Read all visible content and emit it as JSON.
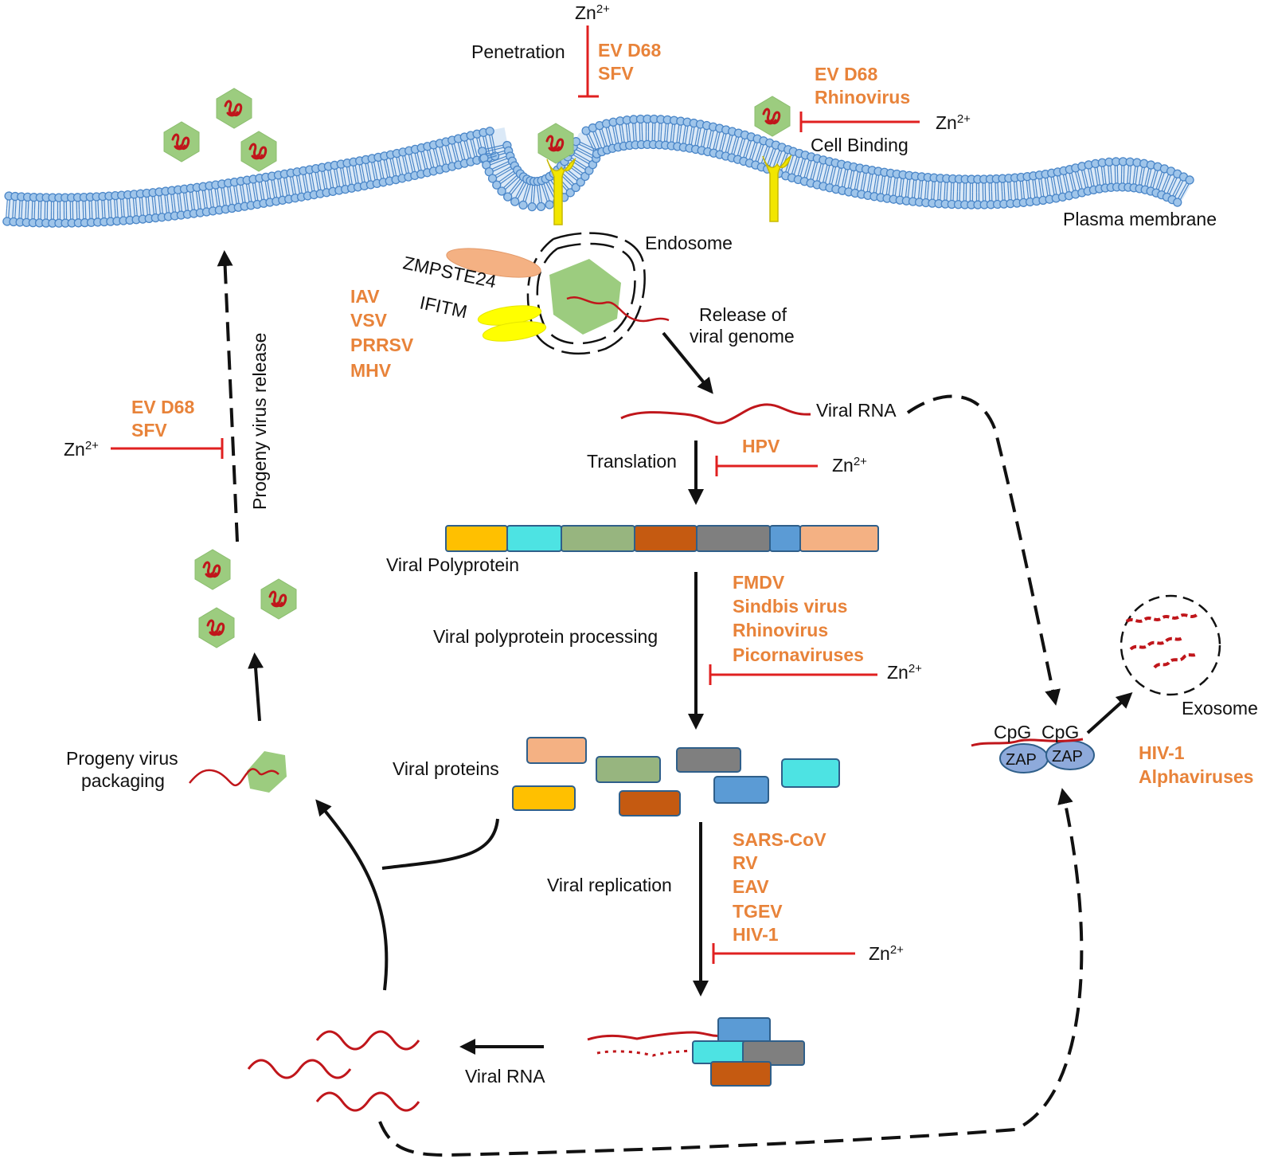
{
  "colors": {
    "virus_text": "#e8833a",
    "inhibit": "#e02020",
    "membrane": "#6fa8dc",
    "receptor": "#f2e600",
    "capsid": "#9ccc7f",
    "rna": "#c0161b",
    "zap": "#8eaadb"
  },
  "labels": {
    "plasma_membrane": "Plasma membrane",
    "endosome": "Endosome",
    "zmpste24": "ZMPSTE24",
    "ifitm": "IFITM",
    "release_genome_1": "Release of",
    "release_genome_2": "viral genome",
    "viral_rna_top": "Viral RNA",
    "translation": "Translation",
    "viral_polyprotein": "Viral Polyprotein",
    "polyprotein_processing": "Viral polyprotein processing",
    "viral_proteins": "Viral proteins",
    "viral_replication": "Viral replication",
    "viral_rna_bottom": "Viral RNA",
    "progeny_packaging_1": "Progeny virus",
    "progeny_packaging_2": "packaging",
    "progeny_release": "Progeny virus release",
    "penetration": "Penetration",
    "cell_binding": "Cell Binding",
    "exosome": "Exosome",
    "cpg_1": "CpG",
    "cpg_2": "CpG",
    "zap_1": "ZAP",
    "zap_2": "ZAP"
  },
  "zinc": {
    "base": "Zn",
    "charge": "2+"
  },
  "virus_groups": {
    "penetration": [
      "EV D68",
      "SFV"
    ],
    "cell_binding": [
      "EV D68",
      "Rhinovirus"
    ],
    "endosome": [
      "IAV",
      "VSV",
      "PRRSV",
      "MHV"
    ],
    "release": [
      "EV D68",
      "SFV"
    ],
    "translation": [
      "HPV"
    ],
    "processing": [
      "FMDV",
      "Sindbis virus",
      "Rhinovirus",
      "Picornaviruses"
    ],
    "replication": [
      "SARS-CoV",
      "RV",
      "EAV",
      "TGEV",
      "HIV-1"
    ],
    "zap": [
      "HIV-1",
      "Alphaviruses"
    ]
  },
  "polyprotein_segments": [
    "#ffc000",
    "#4de3e3",
    "#97b57f",
    "#c55a11",
    "#7f7f7f",
    "#5b9bd5",
    "#f4b183"
  ],
  "free_proteins": [
    "#f4b183",
    "#97b57f",
    "#7f7f7f",
    "#4de3e3",
    "#ffc000",
    "#c55a11",
    "#5b9bd5"
  ]
}
